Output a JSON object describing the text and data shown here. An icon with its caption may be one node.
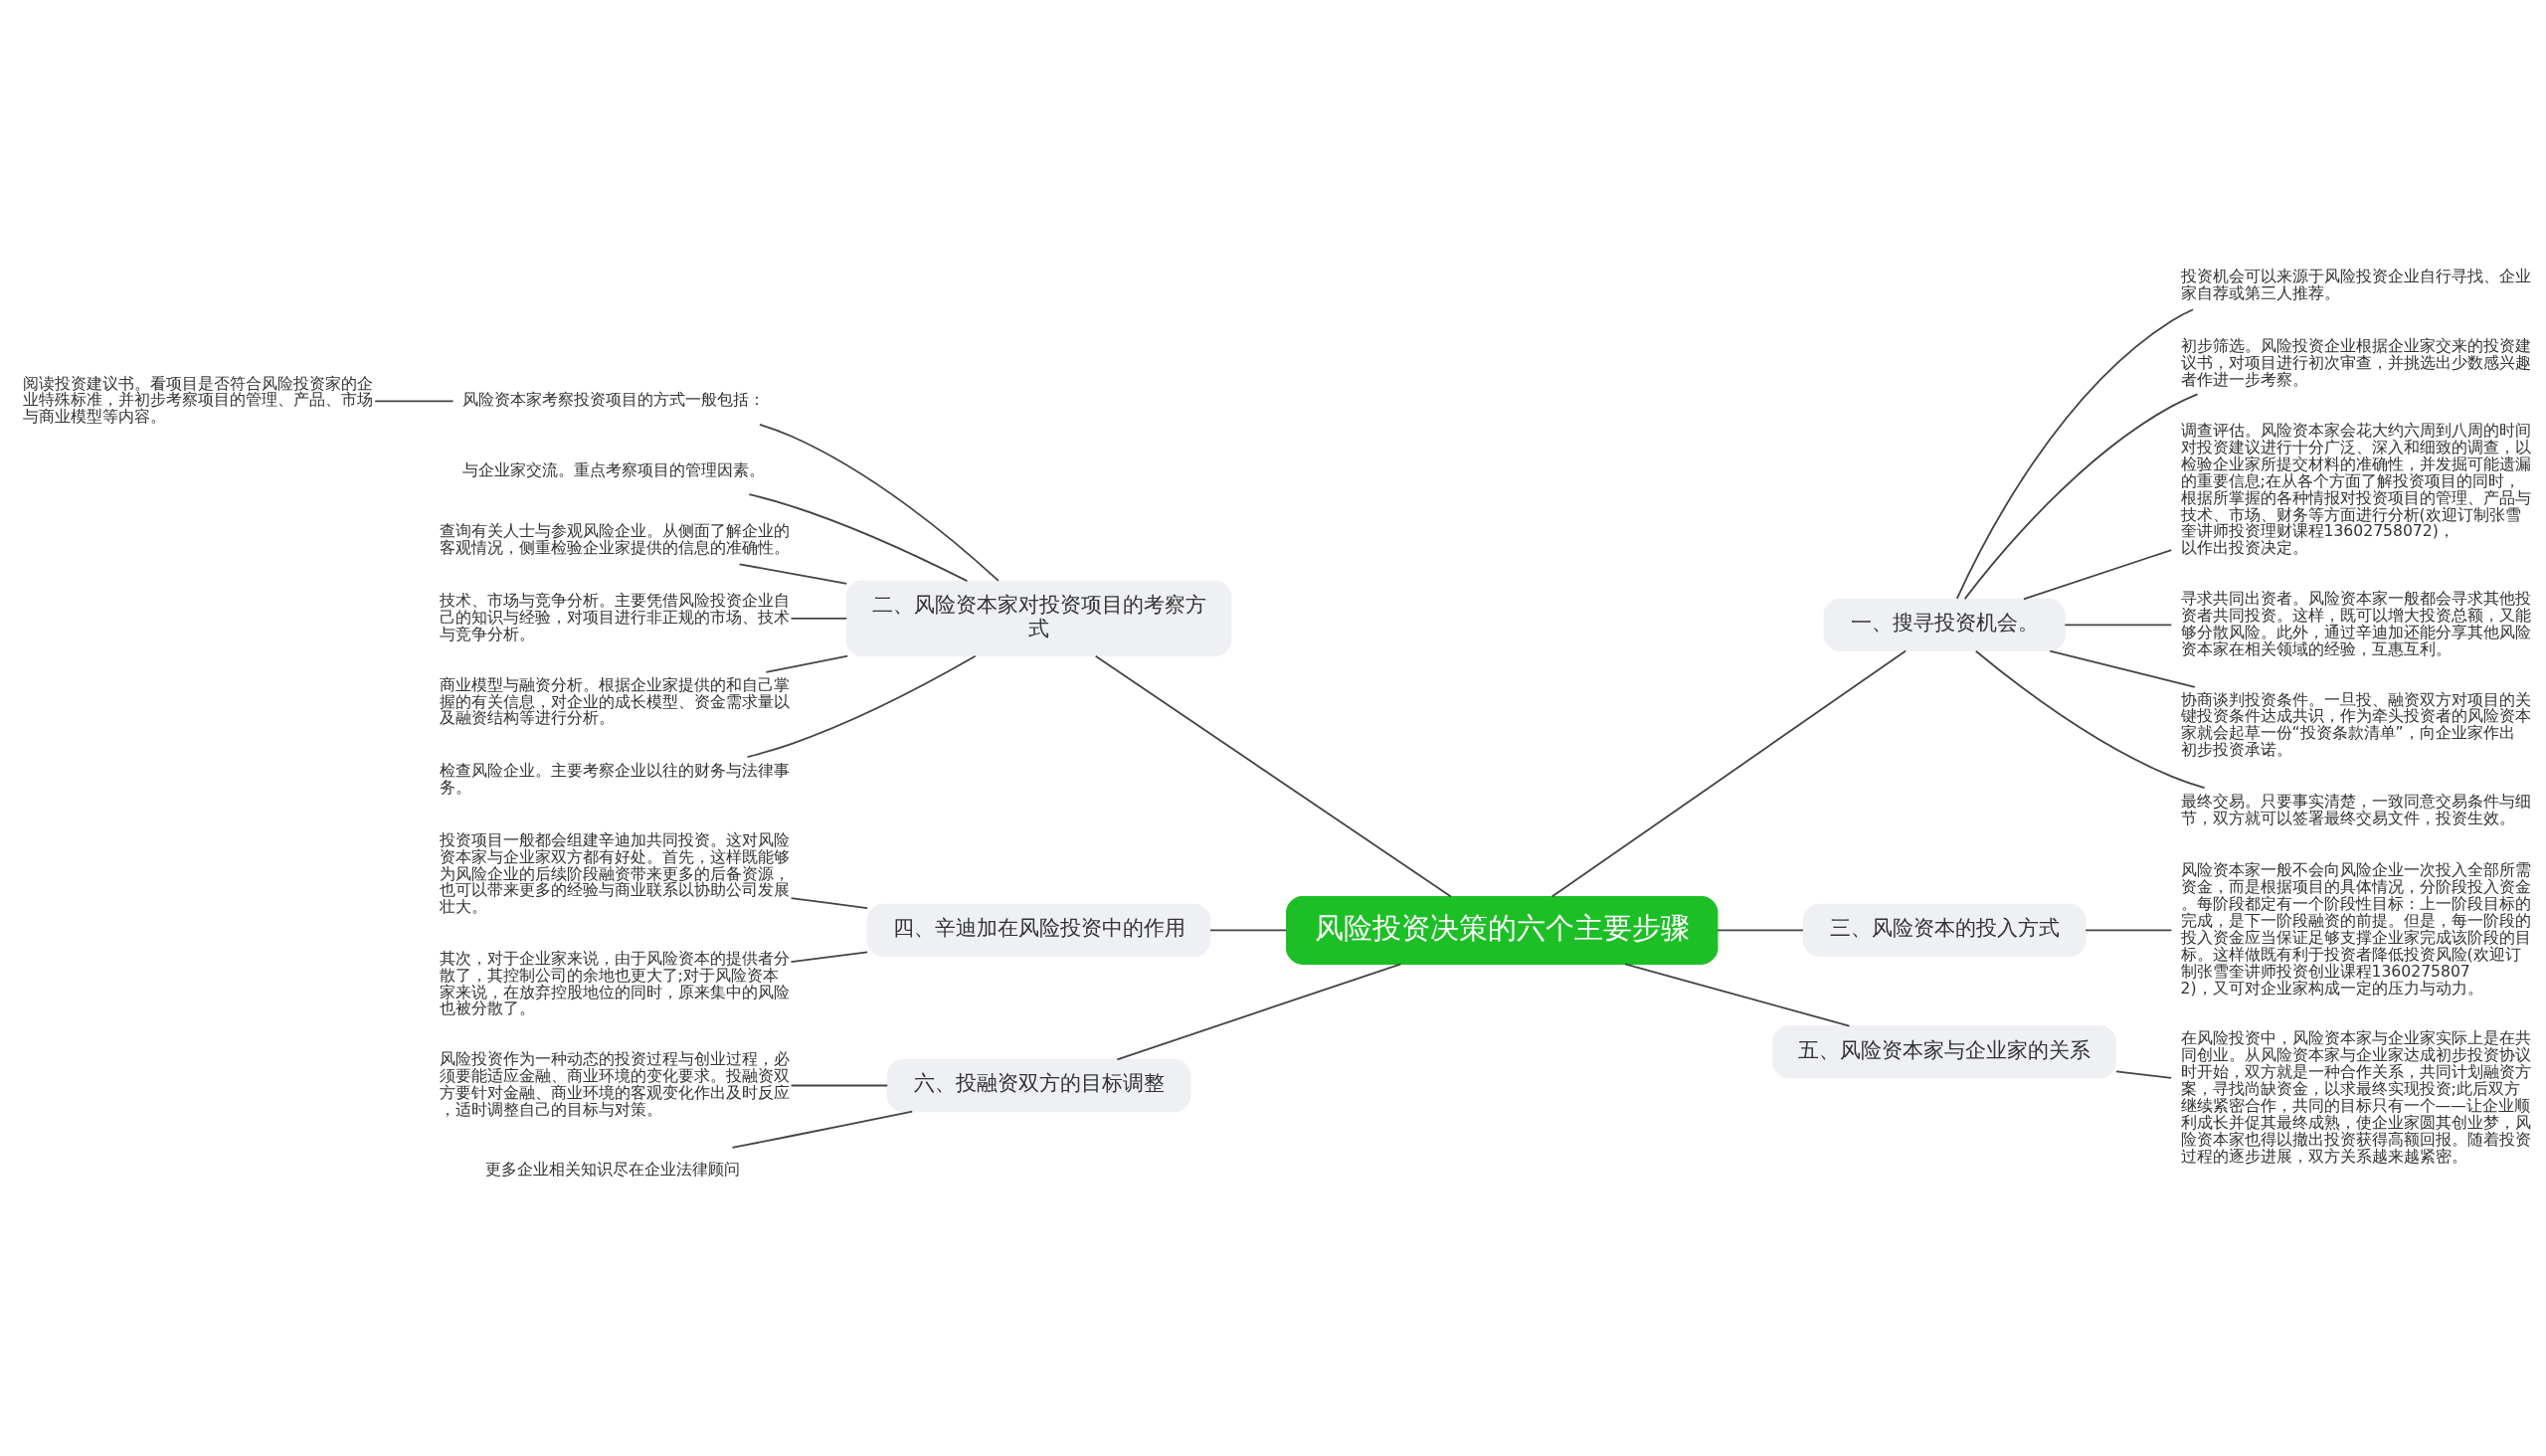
{
  "diagram": {
    "nodes": [
      {
        "text": [
          "风险投资决策的六个主要步骤"
        ]
      },
      {
        "text": [
          "一、搜寻投资机会。"
        ]
      },
      {
        "text": [
          "投资机会可以来源于风险投资企业自行寻找、企业家自荐或第三人推荐。"
        ]
      },
      {
        "text": [
          "初步筛选。风险投资企业根据企业家交来的投资建议书，对项目进行初次审查，并挑选出少数感兴趣者作进一步考察。"
        ]
      },
      {
        "text": [
          "调查评估。风险资本家会花大约六周到八周的时间对投资建议进行十分广泛、深入和细致的调查，以检验企业家所提交材料的准确性，并发掘可能遗漏的重要信息;在从各个方面了解投资项目的同时，根据所掌握的各种情报对投资项目的管理、产品与技术、市场、财务等方面进行分析(欢迎订制张雪奎讲师投资理财课程13602758072)，以作出投资决定。"
        ]
      },
      {
        "text": [
          "寻求共同出资者。风险资本家一般都会寻求其他投资者共同投资。这样，既可以增大投资总额，又能够分散风险。此外，通过辛迪加还能分享其他风险资本家在相关领域的经验，互惠互利。"
        ]
      },
      {
        "text": [
          "协商谈判投资条件。一旦投、融资双方对项目的关键投资条件达成共识，作为牵头投资者的风险资本家就会起草一份“投资条款清单”，向企业家作出初步投资承诺。"
        ]
      },
      {
        "text": [
          "最终交易。只要事实清楚，一致同意交易条件与细节，双方就可以签署最终交易文件，投资生效。"
        ]
      },
      {
        "text": [
          "三、风险资本的投入方式"
        ]
      },
      {
        "text": [
          "风险资本家一般不会向风险企业一次投入全部所需资金，而是根据项目的具体情况，分阶段投入资金。每阶段都定有一个阶段性目标：上一阶段目标的完成，是下一阶段融资的前提。但是，每一阶段的投入资金应当保证足够支撑企业家完成该阶段的目标。这样做既有利于投资者降低投资风险(欢迎订制张雪奎讲师投资创业课程13602758072)，又可对企业家构成一定的压力与动力。"
        ]
      },
      {
        "text": [
          "五、风险资本家与企业家的关系"
        ]
      },
      {
        "text": [
          "在风险投资中，风险资本家与企业家实际上是在共同创业。从风险资本家与企业家达成初步投资协议时开始，双方就是一种合作关系，共同计划融资方案，寻找尚缺资金，以求最终实现投资;此后双方继续紧密合作，共同的目标只有一个——让企业顺利成长并促其最终成熟，使企业家圆其创业梦，风险资本家也得以撤出投资获得高额回报。随着投资过程的逐步进展，双方关系越来越紧密。"
        ]
      },
      {
        "text": [
          "二、风险资本家对投资项目的考察方式"
        ]
      },
      {
        "text": [
          "风险资本家考察投资项目的方式一般包括："
        ]
      },
      {
        "text": [
          "阅读投资建议书。看项目是否符合风险投资家的企业特殊标准，并初步考察项目的管理、产品、市场与商业模型等内容。"
        ]
      },
      {
        "text": [
          "与企业家交流。重点考察项目的管理因素。"
        ]
      },
      {
        "text": [
          "查询有关人士与参观风险企业。从侧面了解企业的客观情况，侧重检验企业家提供的信息的准确性。"
        ]
      },
      {
        "text": [
          "技术、市场与竞争分析。主要凭借风险投资企业自己的知识与经验，对项目进行非正规的市场、技术与竞争分析。"
        ]
      },
      {
        "text": [
          "商业模型与融资分析。根据企业家提供的和自己掌握的有关信息，对企业的成长模型、资金需求量以及融资结构等进行分析。"
        ]
      },
      {
        "text": [
          "检查风险企业。主要考察企业以往的财务与法律事务。"
        ]
      },
      {
        "text": [
          "四、辛迪加在风险投资中的作用"
        ]
      },
      {
        "text": [
          "投资项目一般都会组建辛迪加共同投资。这对风险资本家与企业家双方都有好处。首先，这样既能够为风险企业的后续阶段融资带来更多的后备资源，也可以带来更多的经验与商业联系以协助公司发展壮大。"
        ]
      },
      {
        "text": [
          "其次，对于企业家来说，由于风险资本的提供者分散了，其控制公司的余地也更大了;对于风险资本家来说，在放弃控股地位的同时，原来集中的风险也被分散了。"
        ]
      },
      {
        "text": [
          "六、投融资双方的目标调整"
        ]
      },
      {
        "text": [
          "风险投资作为一种动态的投资过程与创业过程，必须要能适应金融、商业环境的变化要求。投融资双方要针对金融、商业环境的客观变化作出及时反应，适时调整自己的目标与对策。"
        ]
      },
      {
        "text": [
          "更多企业相关知识尽在企业法律顾问"
        ]
      }
    ],
    "edges": [
      {
        "from": 0,
        "to": 1,
        "arrow": "none"
      },
      {
        "from": 1,
        "to": 2,
        "arrow": "none"
      },
      {
        "from": 1,
        "to": 3,
        "arrow": "none"
      },
      {
        "from": 1,
        "to": 4,
        "arrow": "none"
      },
      {
        "from": 1,
        "to": 5,
        "arrow": "none"
      },
      {
        "from": 1,
        "to": 6,
        "arrow": "none"
      },
      {
        "from": 1,
        "to": 7,
        "arrow": "none"
      },
      {
        "from": 0,
        "to": 8,
        "arrow": "none"
      },
      {
        "from": 8,
        "to": 9,
        "arrow": "none"
      },
      {
        "from": 0,
        "to": 10,
        "arrow": "none"
      },
      {
        "from": 10,
        "to": 11,
        "arrow": "none"
      },
      {
        "from": 12,
        "to": 0,
        "arrow": "none"
      },
      {
        "from": 13,
        "to": 12,
        "arrow": "none"
      },
      {
        "from": 14,
        "to": 13,
        "arrow": "none"
      },
      {
        "from": 15,
        "to": 12,
        "arrow": "none"
      },
      {
        "from": 16,
        "to": 12,
        "arrow": "none"
      },
      {
        "from": 17,
        "to": 12,
        "arrow": "none"
      },
      {
        "from": 18,
        "to": 12,
        "arrow": "none"
      },
      {
        "from": 19,
        "to": 12,
        "arrow": "none"
      },
      {
        "from": 20,
        "to": 0,
        "arrow": "none"
      },
      {
        "from": 21,
        "to": 20,
        "arrow": "none"
      },
      {
        "from": 22,
        "to": 20,
        "arrow": "none"
      },
      {
        "from": 23,
        "to": 0,
        "arrow": "none"
      },
      {
        "from": 24,
        "to": 23,
        "arrow": "none"
      },
      {
        "from": 25,
        "to": 23,
        "arrow": "none"
      }
    ]
  }
}
